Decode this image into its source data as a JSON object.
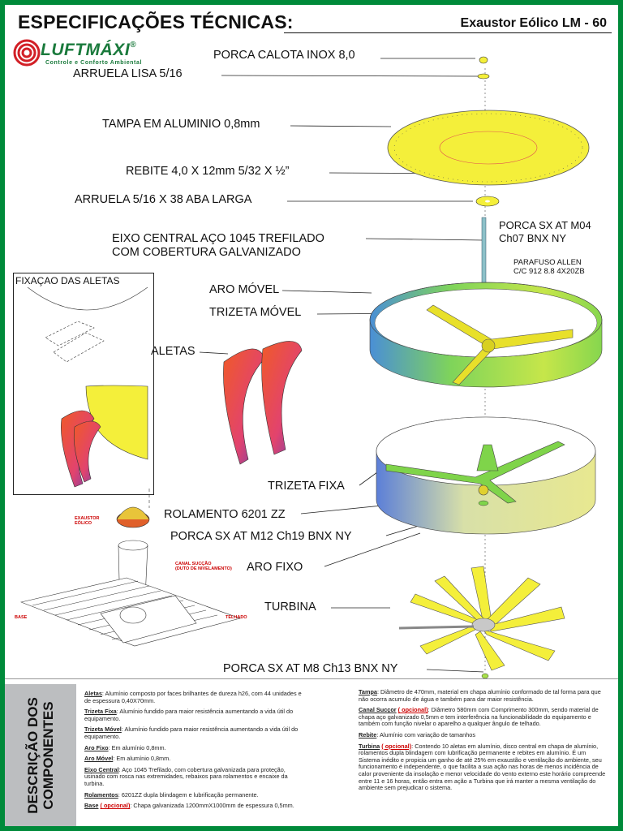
{
  "header": {
    "title": "ESPECIFICAÇÕES TÉCNICAS:",
    "model": "Exaustor Eólico LM - 60"
  },
  "logo": {
    "name": "LUFTMÁXI",
    "registered": "®",
    "tagline": "Controle e Conforto Ambiental"
  },
  "parts": {
    "porca_calota": "PORCA CALOTA INOX 8,0",
    "arruela_lisa": "ARRUELA LISA 5/16",
    "tampa": "TAMPA EM ALUMINIO 0,8mm",
    "rebite": "REBITE 4,0 X 12mm 5/32 X ½”",
    "arruela_aba": "ARRUELA 5/16 X 38 ABA LARGA",
    "porca_m04_line1": "PORCA SX AT M04",
    "porca_m04_line2": "Ch07 BNX NY",
    "eixo_line1": "EIXO CENTRAL AÇO 1045 TREFILADO",
    "eixo_line2": "COM COBERTURA GALVANIZADO",
    "parafuso_line1": "PARAFUSO ALLEN",
    "parafuso_line2": "C/C 912 8.8 4X20ZB",
    "aro_movel": "ARO MÓVEL",
    "trizeta_movel": "TRIZETA MÓVEL",
    "aletas": "ALETAS",
    "trizeta_fixa": "TRIZETA FIXA",
    "rolamento": "ROLAMENTO 6201 ZZ",
    "porca_m12": "PORCA SX AT M12 Ch19 BNX NY",
    "aro_fixo": "ARO FIXO",
    "turbina": "TURBINA",
    "porca_m8": "PORCA SX AT M8 Ch13 BNX NY"
  },
  "inset": {
    "title": "FIXAÇAO DAS ALETAS"
  },
  "install": {
    "exaustor_line1": "EXAUSTOR",
    "exaustor_line2": "EÓLICO",
    "canal_line1": "CANAL SUCÇÃO",
    "canal_line2": "(DUTO DE NIVELAMENTO)",
    "base": "BASE",
    "telhado": "TELHADO"
  },
  "description": {
    "side_line1": "DESCRIÇÃO DOS",
    "side_line2": "COMPONENTES",
    "left": [
      {
        "key": "Aletas",
        "opt": "",
        "text": ": Alumínio composto por faces brilhantes de dureza h26, com 44 unidades e de espessura 0,40X70mm."
      },
      {
        "key": "Trizeta Fixa",
        "opt": "",
        "text": ": Alumínio fundido para maior resistência aumentando a vida útil do equipamento."
      },
      {
        "key": "Trizeta Móvel",
        "opt": "",
        "text": ": Alumínio fundido para maior resistência aumentando a vida útil do equipamento."
      },
      {
        "key": "Aro Fixo",
        "opt": "",
        "text": ": Em alumínio 0,8mm."
      },
      {
        "key": "Aro Móvel",
        "opt": "",
        "text": ": Em alumínio 0,8mm."
      },
      {
        "key": "Eixo Central",
        "opt": "",
        "text": ": Aço 1045 Trefilado, com cobertura galvanizada para proteção, usinado com rosca nas extremidades, rebaixos para rolamentos e encaixe da turbina."
      },
      {
        "key": "Rolamentos",
        "opt": "",
        "text": ": 6201ZZ dupla blindagem e lubrificação permanente."
      },
      {
        "key": "Base",
        "opt": "( opcional)",
        "text": ": Chapa galvanizada 1200mmX1000mm de espessura 0,5mm."
      }
    ],
    "right": [
      {
        "key": "Tampa",
        "opt": "",
        "text": ": Diâmetro de 470mm, material em chapa alumínio conformado de tal forma para que não ocorra acumulo de água e também para dar maior resistência."
      },
      {
        "key": "Canal Sucçor",
        "opt": "( opcional)",
        "text": ": Diâmetro 580mm com Comprimento 300mm, sendo material de chapa aço galvanizado 0,5mm e tem interferência na funcionabilidade do equipamento e também com função nivelar o aparelho a qualquer ângulo de telhado."
      },
      {
        "key": "Rebite",
        "opt": "",
        "text": ": Alumínio com variação de tamanhos"
      },
      {
        "key": "Turbina",
        "opt": "( opcional)",
        "text": ": Contendo 10 aletas em alumínio, disco central em chapa de alumínio, rolamentos dupla blindagem com lubrificação permanente e rebites em alumínio. É um Sistema inédito e propicia um ganho de até 25% em exaustão e ventilação do ambiente, seu funcionamento é independente, o que facilita a sua ação nas horas de menos incidência de calor proveniente da insolação e menor velocidade do vento externo este horário compreende entre 11 e 16 horas, então entra em ação a Turbina que irá manter a mesma ventilação do ambiente sem prejudicar o sistema."
      }
    ]
  },
  "colors": {
    "frame": "#008a3a",
    "brand": "#1a7a3c",
    "lid": "#f2ef3a",
    "ring_top": "#9fd64a",
    "optional": "#cc0000"
  }
}
